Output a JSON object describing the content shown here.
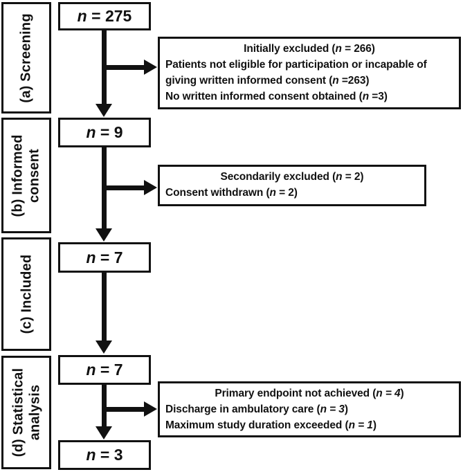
{
  "colors": {
    "ink": "#111111",
    "paper": "#ffffff"
  },
  "diagram": {
    "sections": [
      {
        "label_lines": [
          "(a) Screening"
        ]
      },
      {
        "label_lines": [
          "(b) Informed",
          "consent"
        ]
      },
      {
        "label_lines": [
          "(c) Included"
        ]
      },
      {
        "label_lines": [
          "(d) Statistical",
          "analysis"
        ]
      }
    ],
    "flow_boxes": [
      {
        "segments": [
          {
            "t": "n",
            "i": true
          },
          {
            "t": " = 275"
          }
        ]
      },
      {
        "segments": [
          {
            "t": "n",
            "i": true
          },
          {
            "t": " = 9"
          }
        ]
      },
      {
        "segments": [
          {
            "t": "n",
            "i": true
          },
          {
            "t": " = 7"
          }
        ]
      },
      {
        "segments": [
          {
            "t": "n",
            "i": true
          },
          {
            "t": " = 7"
          }
        ]
      },
      {
        "segments": [
          {
            "t": "n",
            "i": true
          },
          {
            "t": " = 3"
          }
        ]
      }
    ],
    "exclusion_boxes": [
      {
        "lines": [
          {
            "segments": [
              {
                "t": "Initially excluded ("
              },
              {
                "t": "n",
                "i": true
              },
              {
                "t": " = 266)"
              }
            ]
          },
          {
            "segments": [
              {
                "t": "Patients not eligible for participation or incapable of"
              }
            ]
          },
          {
            "segments": [
              {
                "t": "giving written informed consent ("
              },
              {
                "t": "n",
                "i": true
              },
              {
                "t": " =263)"
              }
            ]
          },
          {
            "segments": [
              {
                "t": "No written informed consent obtained ("
              },
              {
                "t": "n",
                "i": true
              },
              {
                "t": " =3)"
              }
            ]
          }
        ]
      },
      {
        "lines": [
          {
            "segments": [
              {
                "t": "Secondarily excluded ("
              },
              {
                "t": "n",
                "i": true
              },
              {
                "t": " = 2)"
              }
            ]
          },
          {
            "segments": [
              {
                "t": "Consent withdrawn ("
              },
              {
                "t": "n",
                "i": true
              },
              {
                "t": " = 2)"
              }
            ]
          }
        ]
      },
      {
        "lines": [
          {
            "segments": [
              {
                "t": "Primary endpoint not achieved ("
              },
              {
                "t": "n = 4",
                "i": true
              },
              {
                "t": ")"
              }
            ]
          },
          {
            "segments": [
              {
                "t": "Discharge in ambulatory care ("
              },
              {
                "t": "n = 3",
                "i": true
              },
              {
                "t": ")"
              }
            ]
          },
          {
            "segments": [
              {
                "t": "Maximum study duration exceeded ("
              },
              {
                "t": "n = 1",
                "i": true
              },
              {
                "t": ")"
              }
            ]
          }
        ]
      }
    ]
  }
}
